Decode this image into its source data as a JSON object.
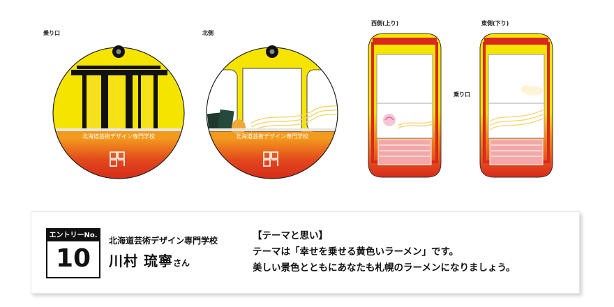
{
  "views": {
    "boarding_label": "乗り口",
    "north_label": "北側",
    "west_label": "西側(上り)",
    "east_label": "東側(下り)",
    "side_boarding_label": "乗り口"
  },
  "entry": {
    "header": "エントリーNo.",
    "number": "10"
  },
  "designer": {
    "school": "北海道芸術デザイン専門学校",
    "name": "川村 琉寧",
    "honorific": "さん"
  },
  "theme": {
    "heading": "【テーマと思い】",
    "line1": "テーマは「幸せを乗せる黄色いラーメン」です。",
    "line2": "美しい景色とともにあなたも札幌のラーメンになりましょう。"
  },
  "band_text": "北海道芸術デザイン専門学校",
  "colors": {
    "yellow": "#f5e400",
    "red": "#d9291c",
    "orange": "#f08a1c",
    "noodle": "#f7d46e",
    "black": "#111111"
  }
}
